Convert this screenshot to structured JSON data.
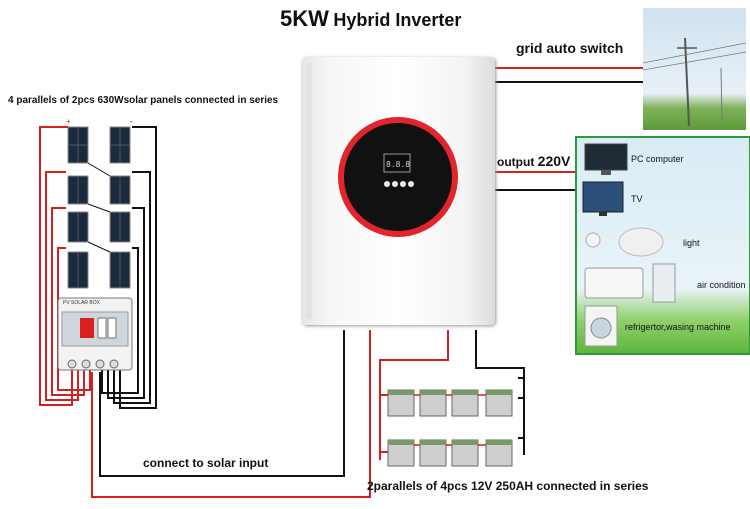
{
  "title": {
    "main": "5KW",
    "sub": "Hybrid Inverter"
  },
  "labels": {
    "panels": "4 parallels of 2pcs 630Wsolar panels connected in series",
    "grid": "grid auto switch",
    "output_prefix": "output",
    "output_voltage": "220V",
    "solar_input": "connect to solar input",
    "batteries": "2parallels of 4pcs 12V 250AH connected in series"
  },
  "combiner_box": {
    "label": "PV SOLAR BOX"
  },
  "loads": [
    {
      "icon": "computer-icon",
      "label": "PC computer"
    },
    {
      "icon": "tv-icon",
      "label": "TV"
    },
    {
      "icon": "light-icon",
      "label": "light"
    },
    {
      "icon": "air-conditioner-icon",
      "label": "air condition"
    },
    {
      "icon": "washing-machine-icon",
      "label": "refrigertor,wasing machine"
    }
  ],
  "colors": {
    "positive_wire": "#d42020",
    "negative_wire": "#111111",
    "display_ring": "#e0252c",
    "load_border": "#2f9a3a"
  }
}
